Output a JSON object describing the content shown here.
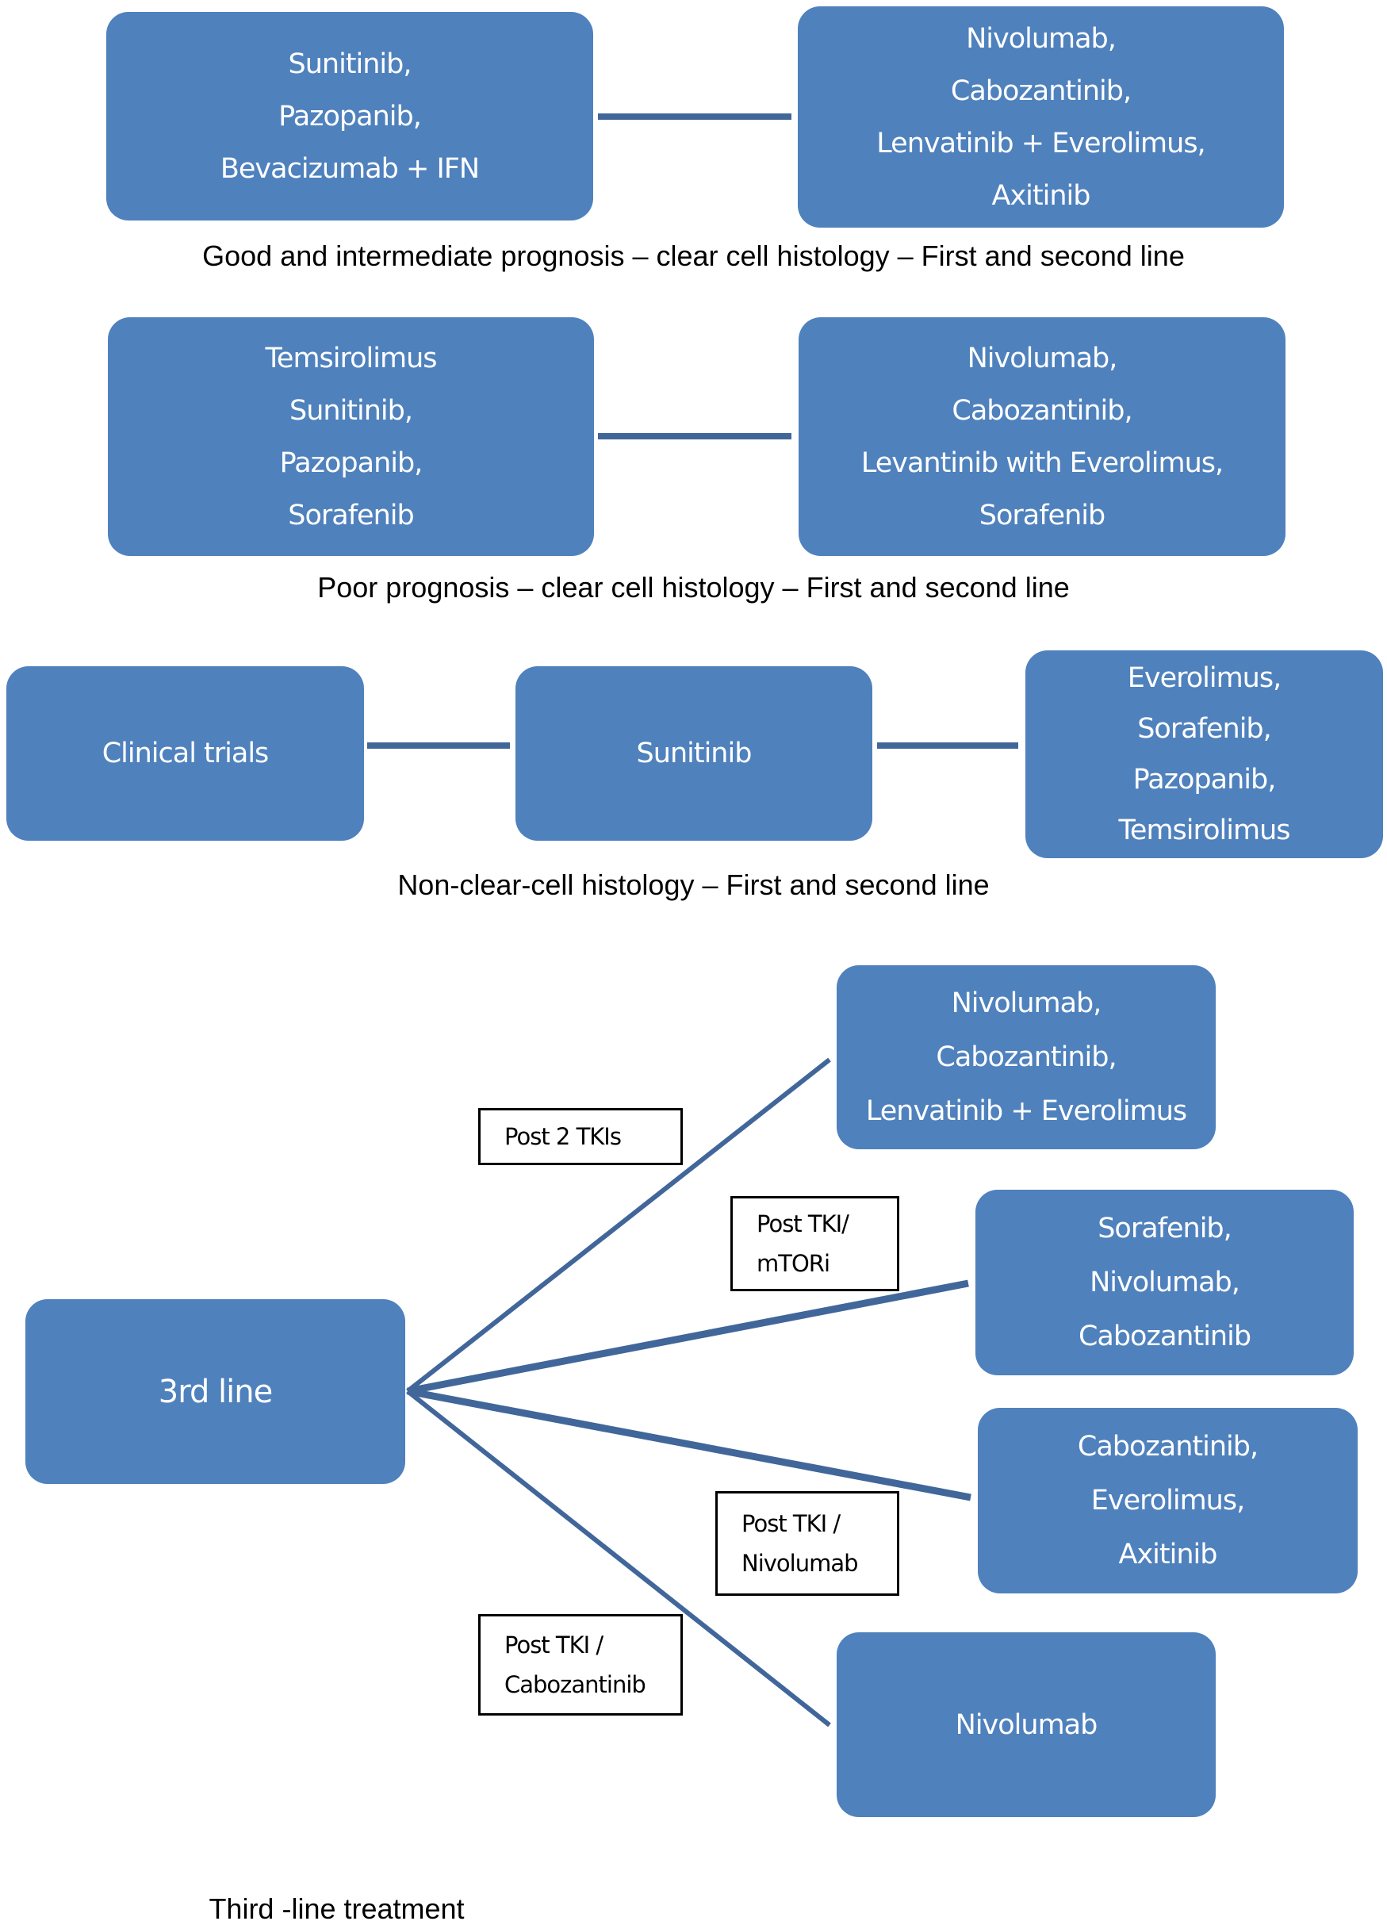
{
  "colors": {
    "box_fill": "#4f81bd",
    "connector": "#41669a",
    "box_text": "#ffffff",
    "caption_text": "#000000"
  },
  "sections": {
    "good_intermediate": {
      "caption": "Good and intermediate prognosis – clear cell histology – First and second line",
      "first_line": [
        "Sunitinib,",
        "Pazopanib,",
        "Bevacizumab + IFN"
      ],
      "second_line": [
        "Nivolumab,",
        "Cabozantinib,",
        "Lenvatinib + Everolimus,",
        "Axitinib"
      ]
    },
    "poor": {
      "caption": "Poor prognosis – clear cell histology – First and second line",
      "first_line": [
        "Temsirolimus",
        "Sunitinib,",
        "Pazopanib,",
        "Sorafenib"
      ],
      "second_line": [
        "Nivolumab,",
        "Cabozantinib,",
        "Levantinib with Everolimus,",
        "Sorafenib"
      ]
    },
    "non_clear_cell": {
      "caption": "Non-clear-cell histology – First and second line",
      "step1": [
        "Clinical trials"
      ],
      "step2": [
        "Sunitinib"
      ],
      "step3": [
        "Everolimus,",
        "Sorafenib,",
        "Pazopanib,",
        "Temsirolimus"
      ]
    },
    "third_line": {
      "caption": "Third -line treatment",
      "root": "3rd line",
      "branches": [
        {
          "condition": [
            "Post 2 TKIs"
          ],
          "options": [
            "Nivolumab,",
            "Cabozantinib,",
            "Lenvatinib + Everolimus"
          ]
        },
        {
          "condition": [
            "Post TKI/",
            "mTORi"
          ],
          "options": [
            "Sorafenib,",
            "Nivolumab,",
            "Cabozantinib"
          ]
        },
        {
          "condition": [
            "Post TKI /",
            "Nivolumab"
          ],
          "options": [
            "Cabozantinib,",
            "Everolimus,",
            "Axitinib"
          ]
        },
        {
          "condition": [
            "Post TKI /",
            "Cabozantinib"
          ],
          "options": [
            "Nivolumab"
          ]
        }
      ]
    }
  }
}
